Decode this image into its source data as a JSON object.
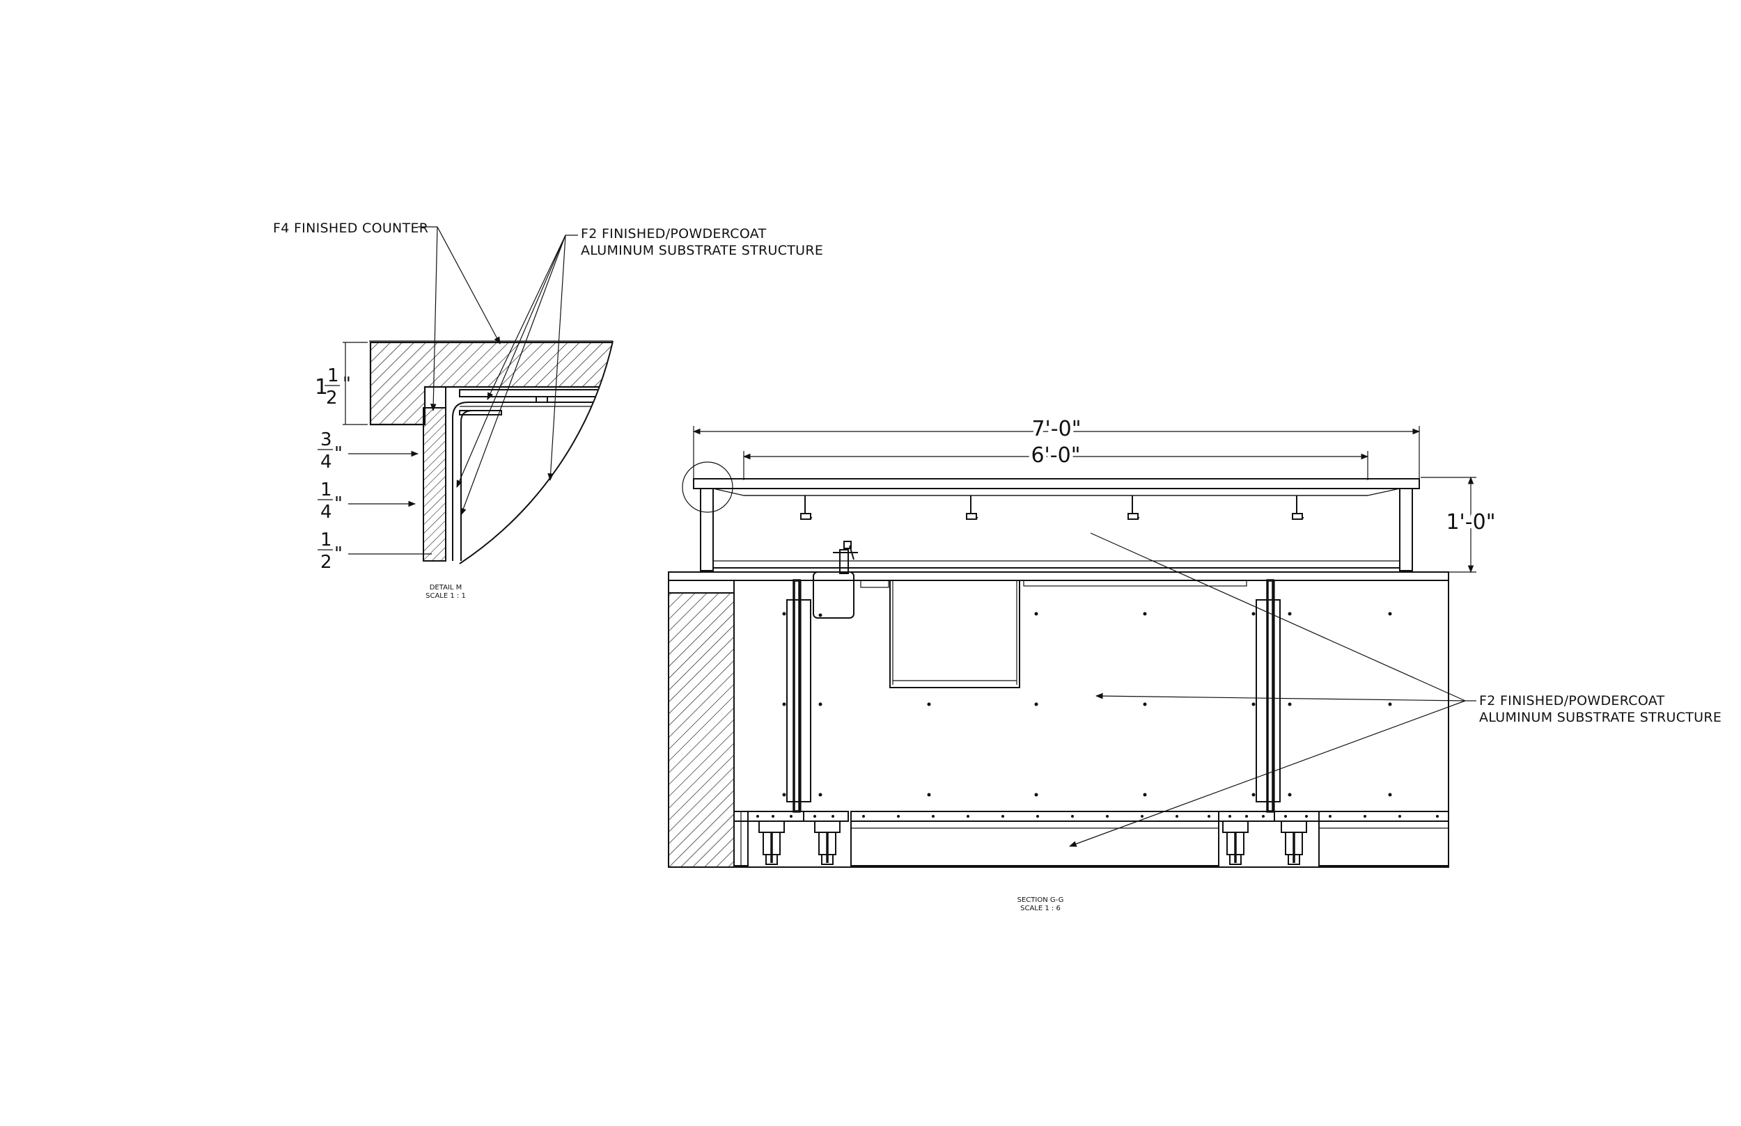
{
  "detail": {
    "label_counter": "F4 FINISHED COUNTER",
    "label_structure_1": "F2 FINISHED/POWDERCOAT",
    "label_structure_2": "ALUMINUM SUBSTRATE STRUCTURE",
    "dim_whole": "1",
    "dim_1_num": "1",
    "dim_1_den": "2",
    "dim_2_num": "3",
    "dim_2_den": "4",
    "dim_3_num": "1",
    "dim_3_den": "4",
    "dim_4_num": "1",
    "dim_4_den": "2",
    "inch_mark": "\"",
    "title": "DETAIL M",
    "scale": "SCALE 1 : 1"
  },
  "section": {
    "dim_overall": "7'-0\"",
    "dim_inner": "6'-0\"",
    "dim_height": "1'-0\"",
    "label_structure_1": "F2 FINISHED/POWDERCOAT",
    "label_structure_2": "ALUMINUM SUBSTRATE STRUCTURE",
    "title": "SECTION G-G",
    "scale": "SCALE 1 : 6"
  },
  "colors": {
    "line": "#111111",
    "background": "#ffffff"
  }
}
